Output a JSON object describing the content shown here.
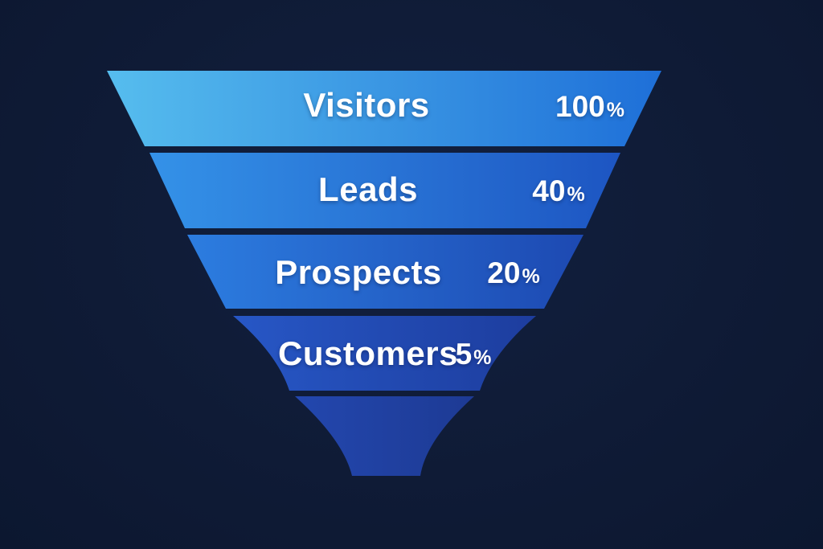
{
  "background_color": "#0f1b36",
  "text_color": "#ffffff",
  "percent_sign": "%",
  "funnel": {
    "stages": [
      {
        "label": "Visitors",
        "value": "100",
        "color_from": "#56bdee",
        "color_to": "#1e6fd8"
      },
      {
        "label": "Leads",
        "value": "40",
        "color_from": "#3492e8",
        "color_to": "#1d55c2"
      },
      {
        "label": "Prospects",
        "value": "20",
        "color_from": "#2c7de0",
        "color_to": "#1d49b2"
      },
      {
        "label": "Customers",
        "value": "5",
        "color_from": "#2757c6",
        "color_to": "#1d3d9e"
      }
    ],
    "spout": {
      "color_from": "#2347ae",
      "color_to": "#1d3a94"
    }
  },
  "chart_data": {
    "type": "funnel",
    "stages": [
      "Visitors",
      "Leads",
      "Prospects",
      "Customers"
    ],
    "values": [
      100,
      40,
      20,
      5
    ],
    "unit": "%",
    "title": "",
    "legend": false,
    "orientation": "top-down",
    "notes": "Inverted funnel of 4 labeled tiers plus an unlabeled narrow spout segment at the bottom; tiers separated by thin background-colored gaps; each tier filled with a left-to-right blue gradient getting darker toward lower tiers."
  }
}
